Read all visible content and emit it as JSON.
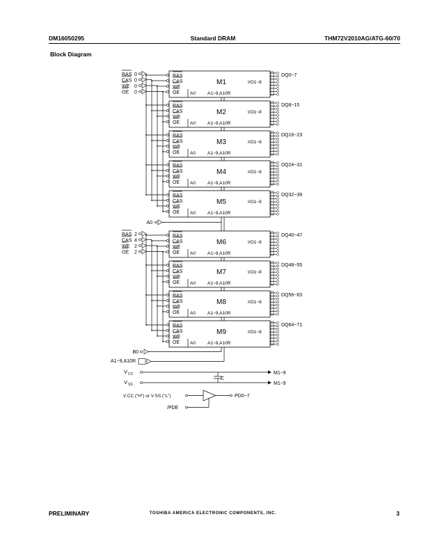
{
  "header": {
    "left": "DM16050295",
    "center": "Standard DRAM",
    "right": "THM72V2010AG/ATG-60/70"
  },
  "section_title": "Block Diagram",
  "diagram": {
    "signal_groups": [
      {
        "rows": [
          {
            "name": "RAS",
            "pin": "0"
          },
          {
            "name": "CAS",
            "pin": "0"
          },
          {
            "name": "WE",
            "pin": "0"
          },
          {
            "name": "OE",
            "pin": "0"
          }
        ]
      },
      {
        "rows": [
          {
            "name": "RAS",
            "pin": "2"
          },
          {
            "name": "CAS",
            "pin": "4"
          },
          {
            "name": "WE",
            "pin": "2"
          },
          {
            "name": "OE",
            "pin": "2"
          }
        ]
      }
    ],
    "module_pins": [
      "RAS",
      "CAS",
      "WE",
      "OE"
    ],
    "modules": [
      {
        "name": "M1",
        "dq": "DQ0~7"
      },
      {
        "name": "M2",
        "dq": "DQ8~15"
      },
      {
        "name": "M3",
        "dq": "DQ16~23"
      },
      {
        "name": "M4",
        "dq": "DQ24~31"
      },
      {
        "name": "M5",
        "dq": "DQ32~39"
      },
      {
        "name": "M6",
        "dq": "DQ40~47"
      },
      {
        "name": "M7",
        "dq": "DQ48~55"
      },
      {
        "name": "M8",
        "dq": "DQ56~63"
      },
      {
        "name": "M9",
        "dq": "DQ64~71"
      }
    ],
    "module_io": "I/O1~8",
    "module_a0": "A0",
    "module_addr": "A1~9,A10R",
    "a0_input": "A0",
    "b0_input": "B0",
    "addr_input": "A1~9,A10R",
    "vcc": {
      "label": "V",
      "sub": "CC",
      "dest": "M1~9"
    },
    "vss": {
      "label": "V",
      "sub": "SS",
      "dest": "M1~9"
    },
    "cap_label": "C",
    "pde_select": "V CC (\"H\") or V SS (\"L\")",
    "pde_output": "PD0~7",
    "pde_input": "/PDE"
  },
  "footer": {
    "left": "PRELIMINARY",
    "center": "TOSHIBA AMERICA ELECTRONIC COMPONENTS, INC.",
    "right": "3"
  }
}
